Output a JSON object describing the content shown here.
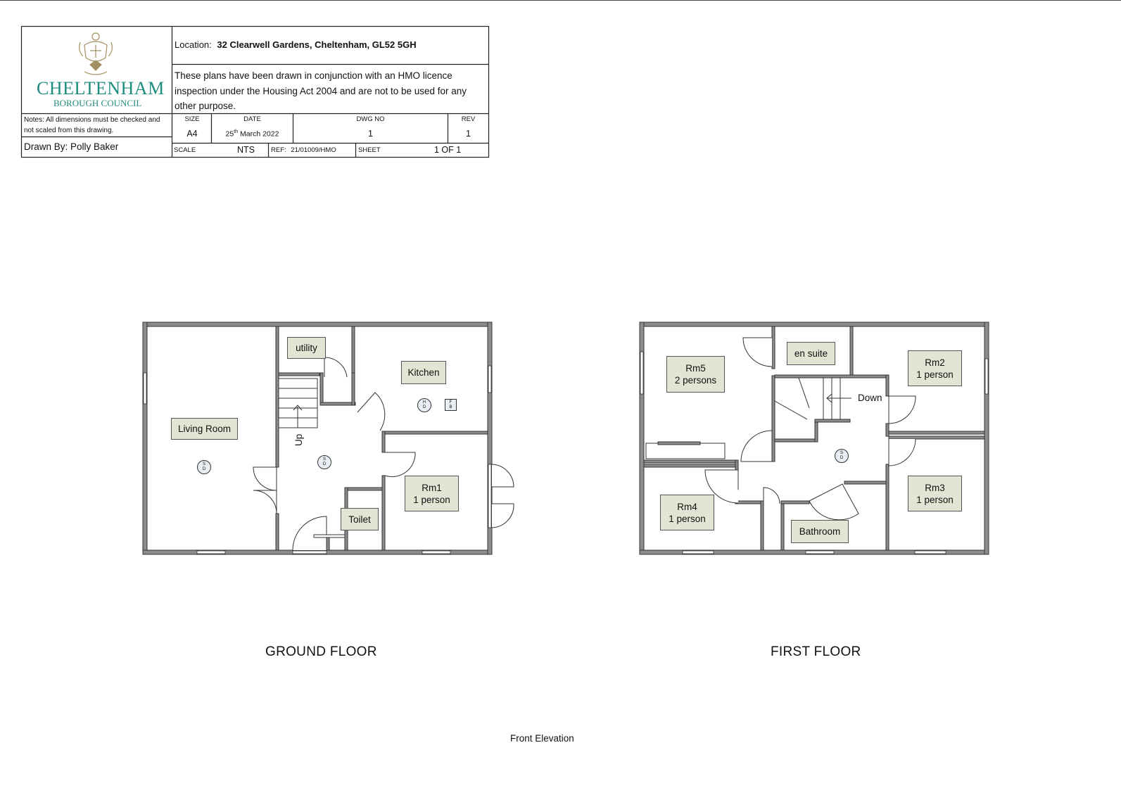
{
  "title_block": {
    "logo": {
      "name_line1": "CHELTENHAM",
      "name_line2": "BOROUGH COUNCIL",
      "crest": "council-crest-icon"
    },
    "location_label": "Location:",
    "location_value": "32 Clearwell Gardens, Cheltenham, GL52 5GH",
    "disclaimer_lines": [
      "These plans have been drawn in conjunction with an HMO licence",
      "inspection under the Housing Act 2004 and are not to be used for any",
      "other purpose."
    ],
    "notes_lines": [
      "Notes: All dimensions must be checked and",
      "not scaled from this drawing."
    ],
    "drawn_by": "Drawn By: Polly Baker",
    "size_label": "SIZE",
    "size_value": "A4",
    "date_label": "DATE",
    "date_day": "25",
    "date_suffix": "th",
    "date_rest": "March 2022",
    "dwg_label": "DWG NO",
    "dwg_value": "1",
    "rev_label": "REV",
    "rev_value": "1",
    "scale_label": "SCALE",
    "scale_value": "NTS",
    "ref_label": "REF:",
    "ref_value": "21/01009/HMO",
    "sheet_label": "SHEET",
    "sheet_value": "1 OF 1"
  },
  "ground_floor": {
    "title": "GROUND FLOOR",
    "rooms": {
      "living_room": "Living Room",
      "utility": "utility",
      "kitchen": "Kitchen",
      "toilet": "Toilet",
      "rm1_line1": "Rm1",
      "rm1_line2": "1 person"
    },
    "stair_label": "Up",
    "detector_sd": [
      "S",
      "D"
    ],
    "detector_hd": [
      "H",
      "D"
    ],
    "fire_blanket": [
      "F",
      "B"
    ]
  },
  "first_floor": {
    "title": "FIRST FLOOR",
    "rooms": {
      "rm5_line1": "Rm5",
      "rm5_line2": "2 persons",
      "en_suite": "en suite",
      "rm2_line1": "Rm2",
      "rm2_line2": "1 person",
      "rm3_line1": "Rm3",
      "rm3_line2": "1 person",
      "rm4_line1": "Rm4",
      "rm4_line2": "1 person",
      "bathroom": "Bathroom"
    },
    "stair_label": "Down",
    "detector_sd": [
      "S",
      "D"
    ]
  },
  "footer": {
    "elevation_label": "Front Elevation"
  },
  "colors": {
    "brand_teal": "#1f8c80",
    "wall_fill": "#8c8c8c",
    "label_fill": "#e3e4d4"
  }
}
